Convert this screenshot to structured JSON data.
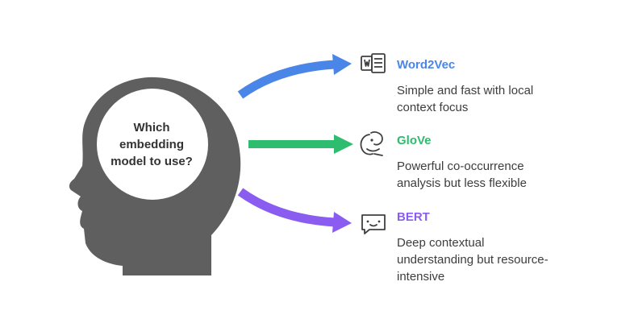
{
  "question": {
    "line1": "Which",
    "line2": "embedding",
    "line3": "model to use?"
  },
  "options": [
    {
      "title": "Word2Vec",
      "desc_lines": [
        "Simple and fast with local",
        "context focus"
      ],
      "color": "#4a86e8",
      "icon": "word-document-icon"
    },
    {
      "title": "GloVe",
      "desc_lines": [
        "Powerful co-occurrence",
        "analysis but less flexible"
      ],
      "color": "#2ebd6e",
      "icon": "glove-face-icon"
    },
    {
      "title": "BERT",
      "desc_lines": [
        "Deep contextual",
        "understanding but resource-",
        "intensive"
      ],
      "color": "#8b5cf0",
      "icon": "bert-chat-face-icon"
    }
  ],
  "colors": {
    "head": "#5f5f5f",
    "text": "#3d3d3d"
  }
}
